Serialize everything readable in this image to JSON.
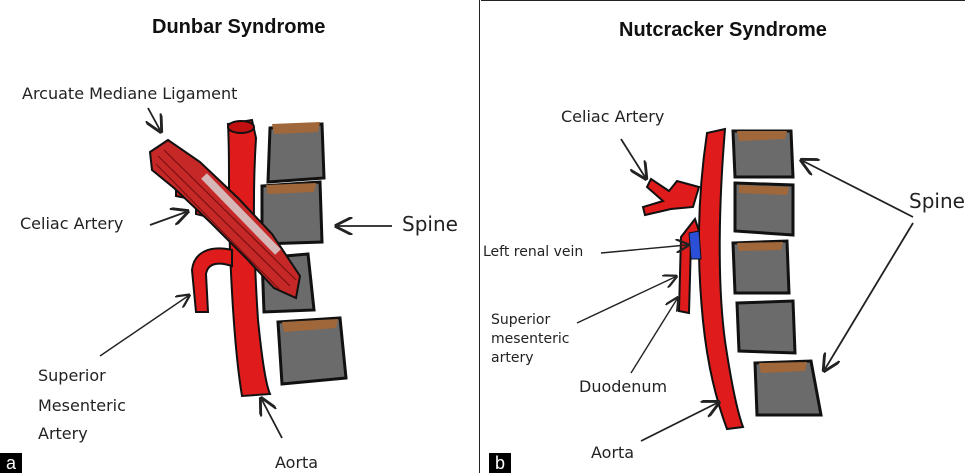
{
  "panel_a": {
    "title": "Dunbar Syndrome",
    "tag": "a",
    "labels": {
      "arcuate": "Arcuate Mediane  Ligament",
      "celiac": "Celiac Artery",
      "spine": "Spine",
      "sma_line1": "Superior",
      "sma_line2": "Mesenteric",
      "sma_line3": "Artery",
      "aorta": "Aorta"
    }
  },
  "panel_b": {
    "title": "Nutcracker Syndrome",
    "tag": "b",
    "labels": {
      "celiac": "Celiac Artery",
      "spine": "Spine",
      "renal": "Left renal vein",
      "sma_line1": "Superior",
      "sma_line2": "mesenteric",
      "sma_line3": "artery",
      "duodenum": "Duodenum",
      "aorta": "Aorta"
    }
  },
  "colors": {
    "artery": "#e01b1b",
    "ligament": "#c62828",
    "vertebra": "#6b6b6b",
    "disc": "#a0673a",
    "vein": "#2b4fd6"
  }
}
